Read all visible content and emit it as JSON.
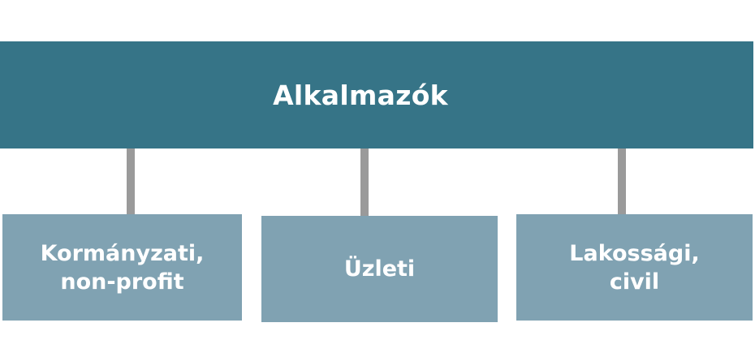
{
  "diagram": {
    "root": {
      "label": "Alkalmazók",
      "color": "#367487"
    },
    "children": [
      {
        "label": "Kormányzati,\nnon-profit"
      },
      {
        "label": "Üzleti"
      },
      {
        "label": "Lakossági,\ncivil"
      }
    ],
    "child_color": "#80a2b2",
    "connector_color": "#9a9a9a"
  }
}
